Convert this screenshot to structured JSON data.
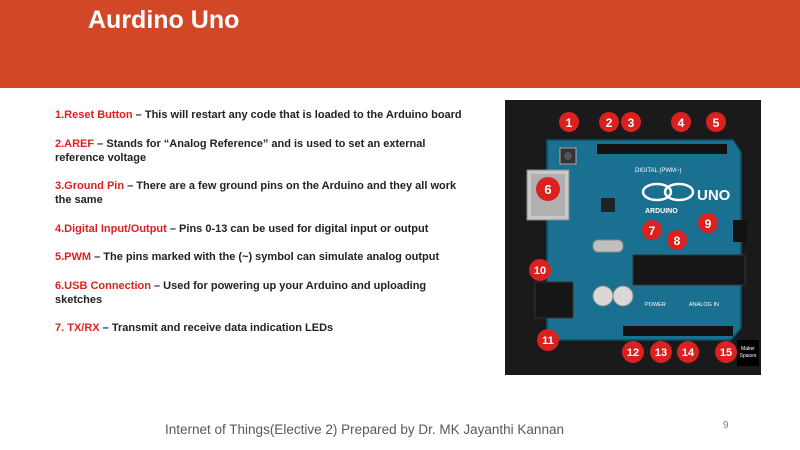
{
  "slide": {
    "title": "Aurdino Uno",
    "footer": "Internet of Things(Elective 2) Prepared by Dr. MK Jayanthi Kannan",
    "page_number": "9",
    "accent_color": "#d24726",
    "label_color": "#e02020"
  },
  "items": [
    {
      "label": "1.Reset Button",
      "text": " – This will restart any code that is loaded to the Arduino board"
    },
    {
      "label": "2.AREF",
      "text": " – Stands for “Analog Reference” and is used to set an external reference voltage"
    },
    {
      "label": "3.Ground Pin",
      "text": " – There are a few ground pins on the Arduino and they all work the same"
    },
    {
      "label": "4.Digital Input/Output",
      "text": " – Pins 0-13 can be used for digital input or output"
    },
    {
      "label": "5.PWM",
      "text": " – The pins marked with the (~) symbol can simulate analog output"
    },
    {
      "label": "6.USB Connection",
      "text": " – Used for powering up your Arduino and uploading sketches"
    },
    {
      "label": "7. TX/RX",
      "text": " – Transmit and receive data indication LEDs"
    }
  ],
  "board": {
    "logo_text": "UNO",
    "brand_text": "ARDUINO",
    "digital_label": "DIGITAL (PWM~)",
    "power_label": "POWER",
    "analog_label": "ANALOG IN",
    "watermark_line1": "Maker",
    "watermark_line2": "Spaces",
    "markers": [
      "1",
      "2",
      "3",
      "4",
      "5",
      "6",
      "7",
      "8",
      "9",
      "10",
      "11",
      "12",
      "13",
      "14",
      "15"
    ]
  }
}
